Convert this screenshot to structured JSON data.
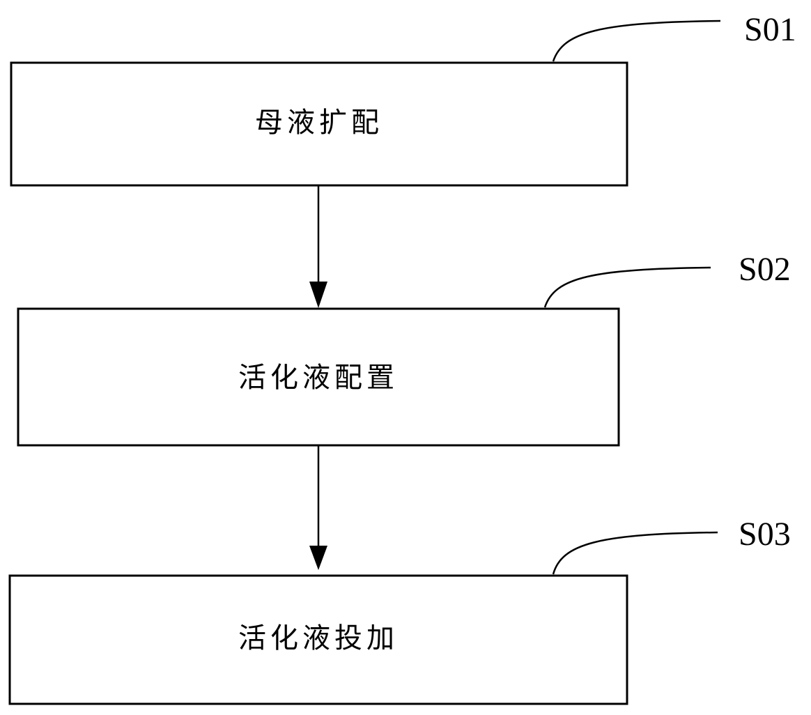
{
  "steps": [
    {
      "code": "S01",
      "label": "母液扩配"
    },
    {
      "code": "S02",
      "label": "活化液配置"
    },
    {
      "code": "S03",
      "label": "活化液投加"
    }
  ],
  "colors": {
    "stroke": "#000000",
    "background": "#ffffff"
  }
}
